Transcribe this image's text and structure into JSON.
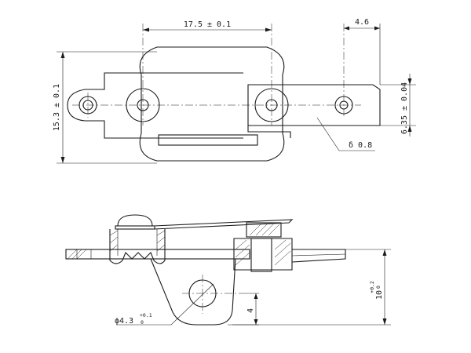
{
  "dimensions": {
    "spacing": "17.5 ± 0.1",
    "tab_width": "4.6",
    "height": "15.3 ± 0.1",
    "tab_height": "6.35 ± 0.04",
    "thickness": "δ 0.8",
    "hole_diameter_base": "ϕ4.3",
    "hole_tol_upper": "+0.1",
    "hole_tol_lower": "0",
    "hole_offset": "4",
    "overall_height_base": "10",
    "overall_tol_upper": "+0.2",
    "overall_tol_lower": "0"
  }
}
